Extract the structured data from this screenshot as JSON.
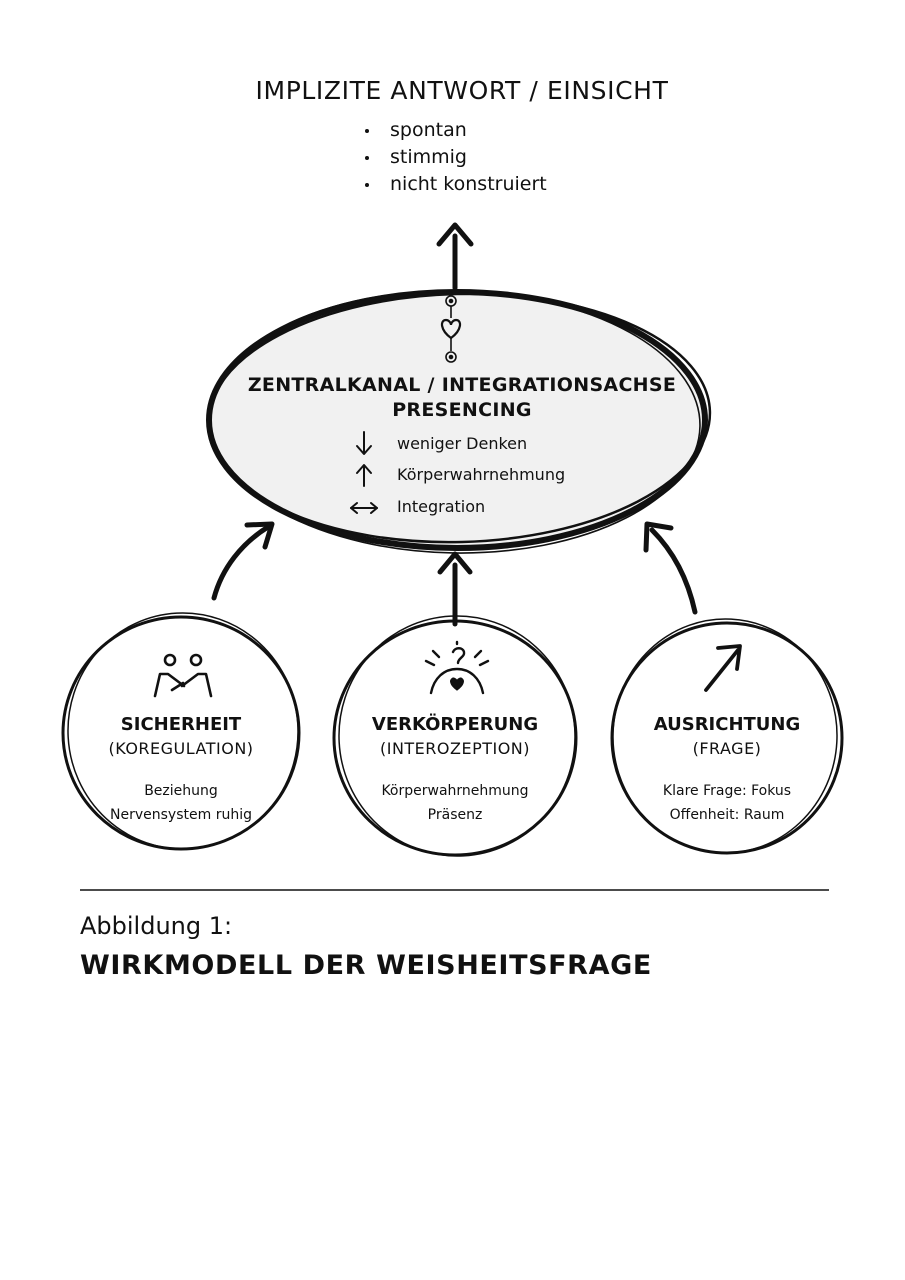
{
  "top": {
    "title": "IMPLIZITE ANTWORT / EINSICHT",
    "bullets": [
      "spontan",
      "stimmig",
      "nicht konstruiert"
    ]
  },
  "central": {
    "title_line1": "ZENTRALKANAL / INTEGRATIONSACHSE",
    "title_line2": "PRESENCING",
    "items": [
      {
        "icon": "arrow-down-icon",
        "label": "weniger Denken"
      },
      {
        "icon": "arrow-up-icon",
        "label": "Körperwahrnehmung"
      },
      {
        "icon": "arrow-left-right-icon",
        "label": "Integration"
      }
    ]
  },
  "circles": [
    {
      "icon": "two-people-holding-hands-icon",
      "title": "SICHERHEIT",
      "subtitle": "(KOREGULATION)",
      "lines": [
        "Beziehung",
        "Nervensystem ruhig"
      ]
    },
    {
      "icon": "person-heart-radiating-icon",
      "title": "VERKÖRPERUNG",
      "subtitle": "(INTEROZEPTION)",
      "lines": [
        "Körperwahrnehmung",
        "Präsenz"
      ]
    },
    {
      "icon": "diagonal-arrow-up-right-icon",
      "title": "AUSRICHTUNG",
      "subtitle": "(FRAGE)",
      "lines": [
        "Klare Frage: Fokus",
        "Offenheit: Raum"
      ]
    }
  ],
  "caption": {
    "label": "Abbildung 1:",
    "title": "WIRKMODELL DER WEISHEITSFRAGE"
  },
  "colors": {
    "ink": "#111111",
    "oval_fill": "#f1f1f1",
    "background": "#ffffff"
  }
}
